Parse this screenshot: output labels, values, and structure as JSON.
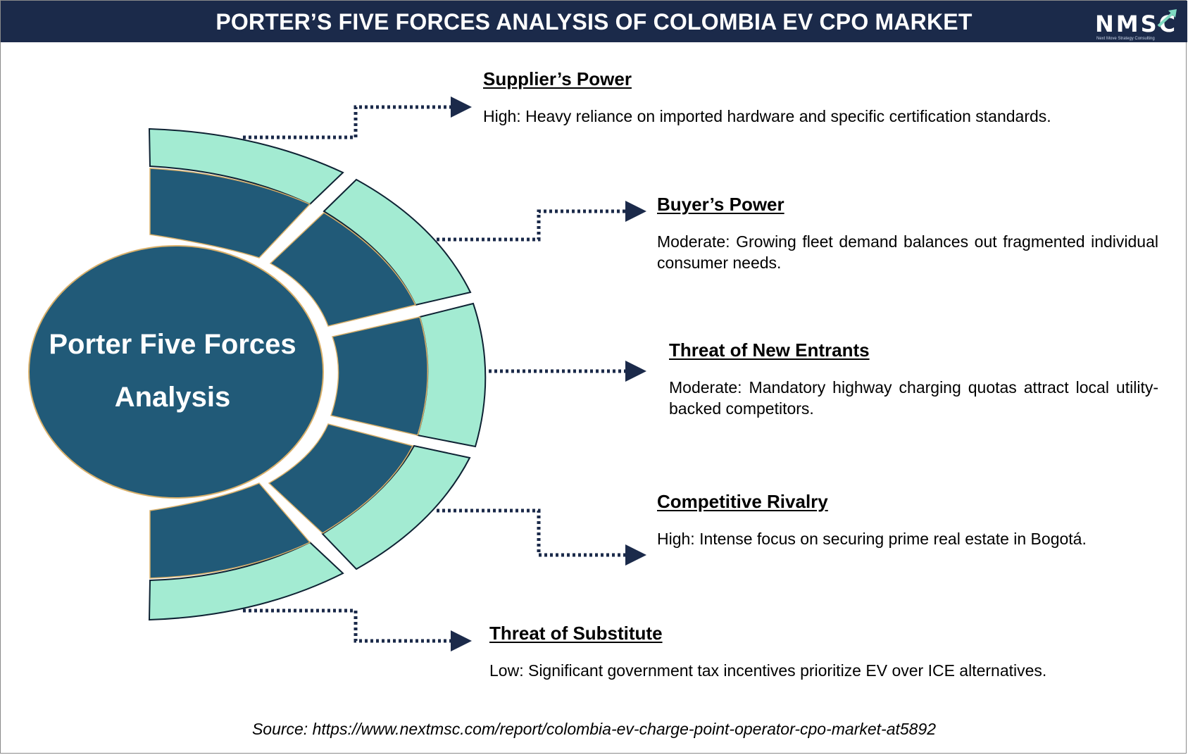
{
  "header": {
    "title": "PORTER’S FIVE FORCES ANALYSIS OF COLOMBIA EV CPO MARKET",
    "logo_text": "NMSC",
    "logo_tagline": "Next Move Strategy Consulting"
  },
  "core": {
    "line1": "Porter Five Forces",
    "line2": "Analysis"
  },
  "forces": [
    {
      "title": "Supplier’s Power",
      "description": "High: Heavy reliance on imported hardware and specific certification standards."
    },
    {
      "title": "Buyer’s Power",
      "description": "Moderate: Growing fleet demand balances out fragmented individual consumer needs."
    },
    {
      "title": "Threat of New Entrants",
      "description": "Moderate: Mandatory highway charging quotas attract local utility-backed competitors."
    },
    {
      "title": "Competitive Rivalry",
      "description": "High: Intense focus on securing prime real estate in Bogotá."
    },
    {
      "title": "Threat of Substitute",
      "description": "Low: Significant government tax incentives prioritize EV over ICE alternatives."
    }
  ],
  "source": "Source: https://www.nextmsc.com/report/colombia-ev-charge-point-operator-cpo-market-at5892",
  "colors": {
    "header_bg": "#1b2a4a",
    "core_fill": "#215a78",
    "outer_band": "#a3ebd2",
    "connector": "#1b2a4a"
  }
}
